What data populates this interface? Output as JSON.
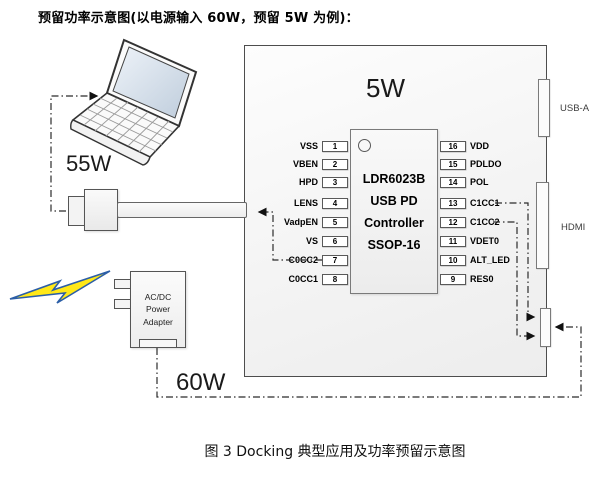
{
  "page": {
    "title": "预留功率示意图(以电源输入 60W，预留 5W 为例)：",
    "caption": "图 3 Docking 典型应用及功率预留示意图"
  },
  "diagram": {
    "laptop_power": "55W",
    "adapter_input_power": "60W",
    "reserved_power": "5W",
    "ports": {
      "usb_a": "USB-A",
      "hdmi": "HDMI"
    },
    "adapter": {
      "line1": "AC/DC",
      "line2": "Power",
      "line3": "Adapter"
    },
    "chip": {
      "name": "LDR6023B",
      "type_line1": "USB PD",
      "type_line2": "Controller",
      "package": "SSOP-16",
      "left_pins": [
        {
          "num": "1",
          "name": "VSS"
        },
        {
          "num": "2",
          "name": "VBEN"
        },
        {
          "num": "3",
          "name": "HPD"
        },
        {
          "num": "4",
          "name": "LENS"
        },
        {
          "num": "5",
          "name": "VadpEN"
        },
        {
          "num": "6",
          "name": "VS"
        },
        {
          "num": "7",
          "name": "C0CC2"
        },
        {
          "num": "8",
          "name": "C0CC1"
        }
      ],
      "right_pins": [
        {
          "num": "16",
          "name": "VDD"
        },
        {
          "num": "15",
          "name": "PDLDO"
        },
        {
          "num": "14",
          "name": "POL"
        },
        {
          "num": "13",
          "name": "C1CC1"
        },
        {
          "num": "12",
          "name": "C1CC2"
        },
        {
          "num": "11",
          "name": "VDET0"
        },
        {
          "num": "10",
          "name": "ALT_LED"
        },
        {
          "num": "9",
          "name": "RES0"
        }
      ]
    },
    "colors": {
      "bolt_fill": "#ffe818",
      "bolt_stroke": "#2b5ea7",
      "line_color": "#2b2b2b"
    }
  }
}
